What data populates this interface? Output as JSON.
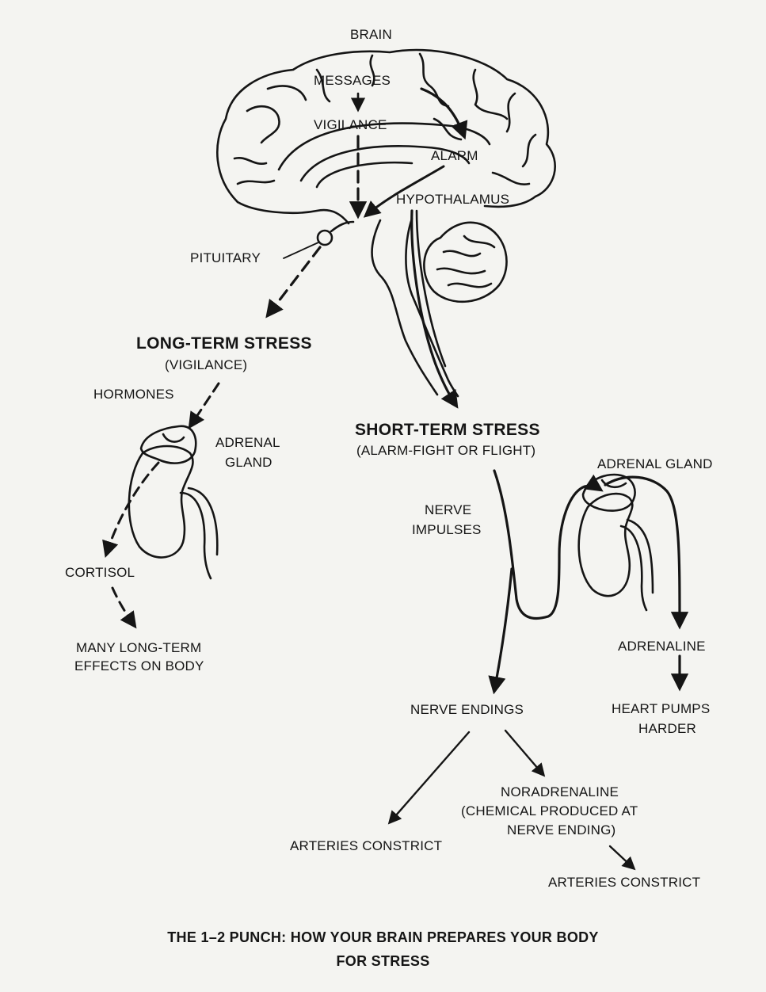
{
  "labels": {
    "brain": "BRAIN",
    "messages": "MESSAGES",
    "vigilance": "VIGILANCE",
    "alarm": "ALARM",
    "hypothalamus": "HYPOTHALAMUS",
    "pituitary": "PITUITARY",
    "long_term_stress": "LONG-TERM STRESS",
    "long_term_sub": "(VIGILANCE)",
    "hormones": "HORMONES",
    "adrenal_gland_left_1": "ADRENAL",
    "adrenal_gland_left_2": "GLAND",
    "cortisol": "CORTISOL",
    "effects_1": "MANY LONG-TERM",
    "effects_2": "EFFECTS ON BODY",
    "short_term_stress": "SHORT-TERM STRESS",
    "short_term_sub": "(ALARM-FIGHT OR FLIGHT)",
    "adrenal_gland_right": "ADRENAL GLAND",
    "nerve_impulses_1": "NERVE",
    "nerve_impulses_2": "IMPULSES",
    "adrenaline": "ADRENALINE",
    "heart_1": "HEART PUMPS",
    "heart_2": "HARDER",
    "nerve_endings": "NERVE ENDINGS",
    "noradrenaline_1": "NORADRENALINE",
    "noradrenaline_2": "(CHEMICAL PRODUCED AT",
    "noradrenaline_3": "NERVE ENDING)",
    "arteries_left": "ARTERIES CONSTRICT",
    "arteries_right": "ARTERIES CONSTRICT"
  },
  "caption": {
    "line1": "THE 1–2 PUNCH: HOW YOUR BRAIN PREPARES YOUR BODY",
    "line2": "FOR STRESS"
  }
}
